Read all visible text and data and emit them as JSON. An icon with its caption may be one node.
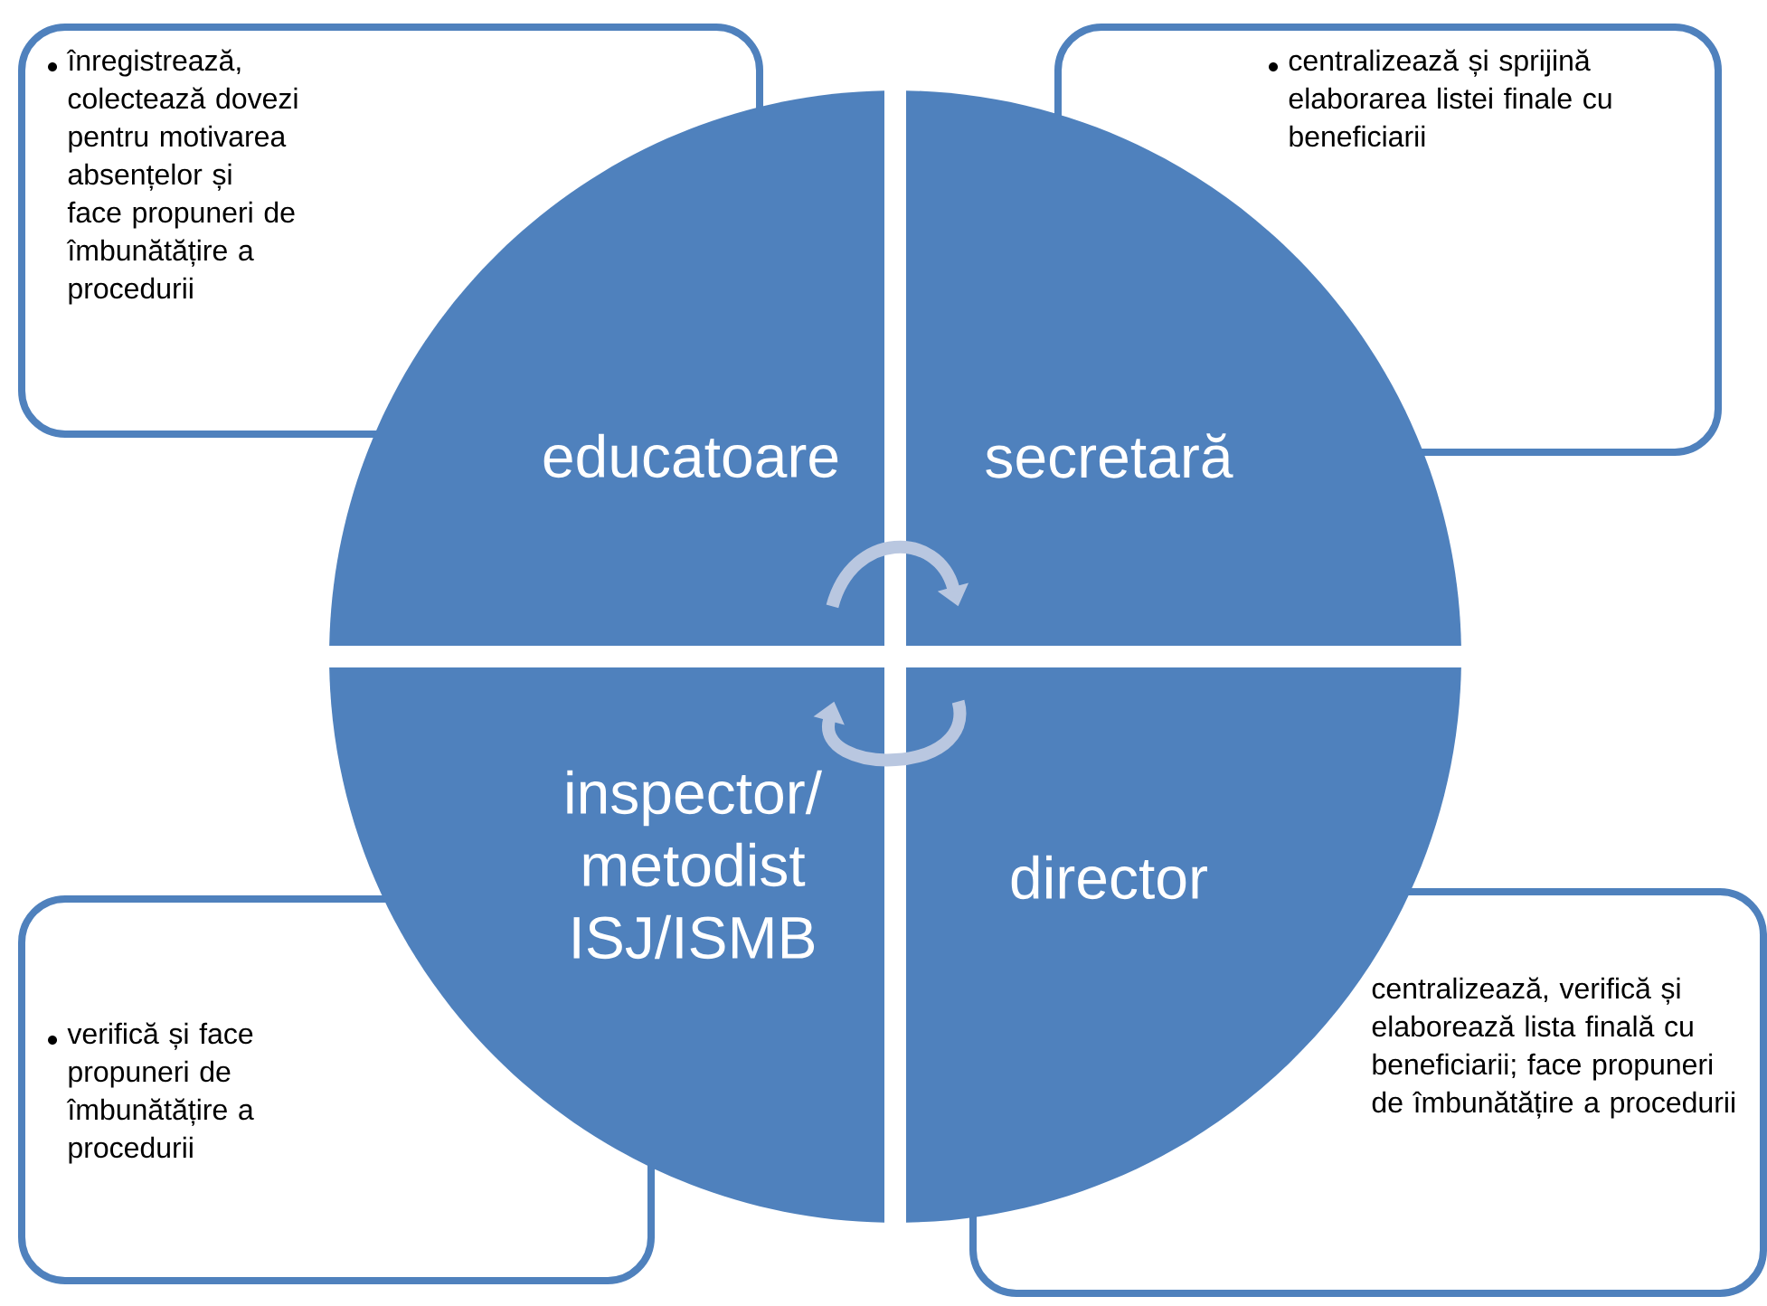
{
  "diagram": {
    "nodes": [
      {
        "text": [
          "înregistrează, colectează dovezi pentru motivarea absențelor și face propuneri de îmbunătățire a procedurii"
        ]
      },
      {
        "text": [
          "centralizează și sprijină elaborarea listei finale cu beneficiarii"
        ]
      },
      {
        "text": [
          "verifică și face propuneri de îmbunătățire a procedurii"
        ]
      },
      {
        "text": [
          "centralizează, verifică și elaborează lista finală cu beneficiarii; face propuneri de îmbunătățire a procedurii"
        ]
      },
      {
        "text": [
          "educatoare"
        ]
      },
      {
        "text": [
          "secretară"
        ]
      },
      {
        "text": [
          "inspector/ metodist ISJ/ISMB"
        ]
      },
      {
        "text": [
          "director"
        ]
      }
    ],
    "edges": [
      {
        "from": 4,
        "to": 5,
        "arrow": "to"
      },
      {
        "from": 7,
        "to": 6,
        "arrow": "to"
      }
    ]
  }
}
